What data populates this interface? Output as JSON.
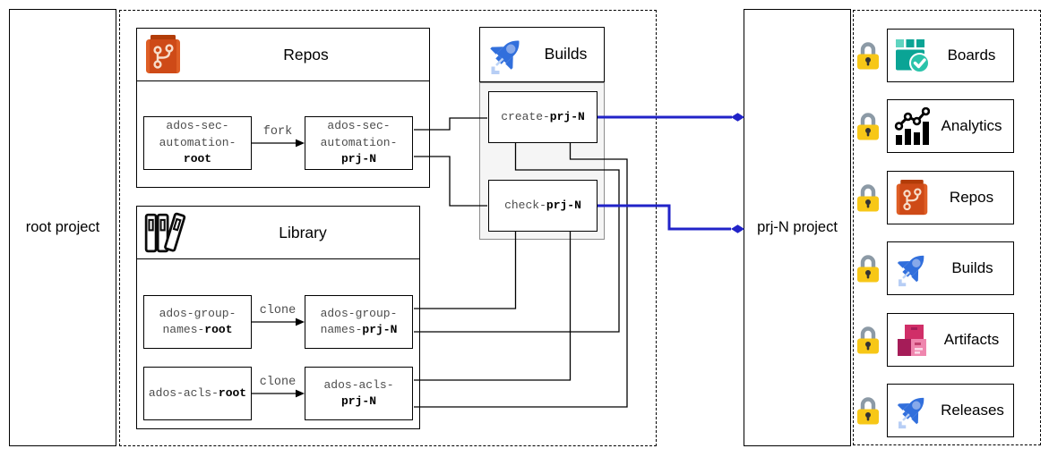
{
  "diagram": {
    "root_project": {
      "label": "root project"
    },
    "prjn_project": {
      "label": "prj-N project"
    },
    "repos": {
      "title": "Repos",
      "fork_label": "fork",
      "source": {
        "line1": "ados-sec-",
        "line2": "automation-",
        "suffix": "root"
      },
      "target": {
        "line1": "ados-sec-",
        "line2": "automation-",
        "suffix": "prj-N"
      }
    },
    "library": {
      "title": "Library",
      "clone_label": "clone",
      "group_source": {
        "line1": "ados-group-",
        "line2": "names-",
        "suffix": "root"
      },
      "group_target": {
        "line1": "ados-group-",
        "line2": "names-",
        "suffix": "prj-N"
      },
      "acls_source": {
        "line1": "ados-acls-",
        "suffix": "root"
      },
      "acls_target": {
        "line1": "ados-acls-",
        "suffix": "prj-N"
      }
    },
    "builds": {
      "title": "Builds",
      "create": {
        "prefix": "create-",
        "suffix": "prj-N"
      },
      "check": {
        "prefix": "check-",
        "suffix": "prj-N"
      }
    },
    "services": {
      "items": [
        {
          "label": "Boards",
          "icon": "boards-icon"
        },
        {
          "label": "Analytics",
          "icon": "analytics-icon"
        },
        {
          "label": "Repos",
          "icon": "git-repos-icon"
        },
        {
          "label": "Builds",
          "icon": "rocket-icon"
        },
        {
          "label": "Artifacts",
          "icon": "artifacts-icon"
        },
        {
          "label": "Releases",
          "icon": "rocket-icon"
        }
      ],
      "lock_icon": "lock-icon"
    },
    "colors": {
      "edge_accent_blue": "#2123c8",
      "repos_icon_orange": "#ce4a17",
      "builds_icon_blue": "#316fdc",
      "boards_teal": "#0aa495",
      "artifacts_pink": "#d02f68",
      "lock_yellow": "#f7c717",
      "builds_body_fill": "#f5f5f5"
    }
  }
}
